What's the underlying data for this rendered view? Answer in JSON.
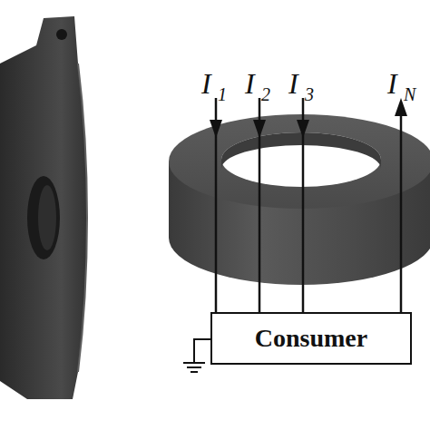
{
  "diagram": {
    "nodes": [
      {
        "text": [
          "Consumer"
        ]
      }
    ],
    "labels": [
      "I",
      "1",
      "I",
      "2",
      "I",
      "3",
      "I",
      "N"
    ]
  }
}
